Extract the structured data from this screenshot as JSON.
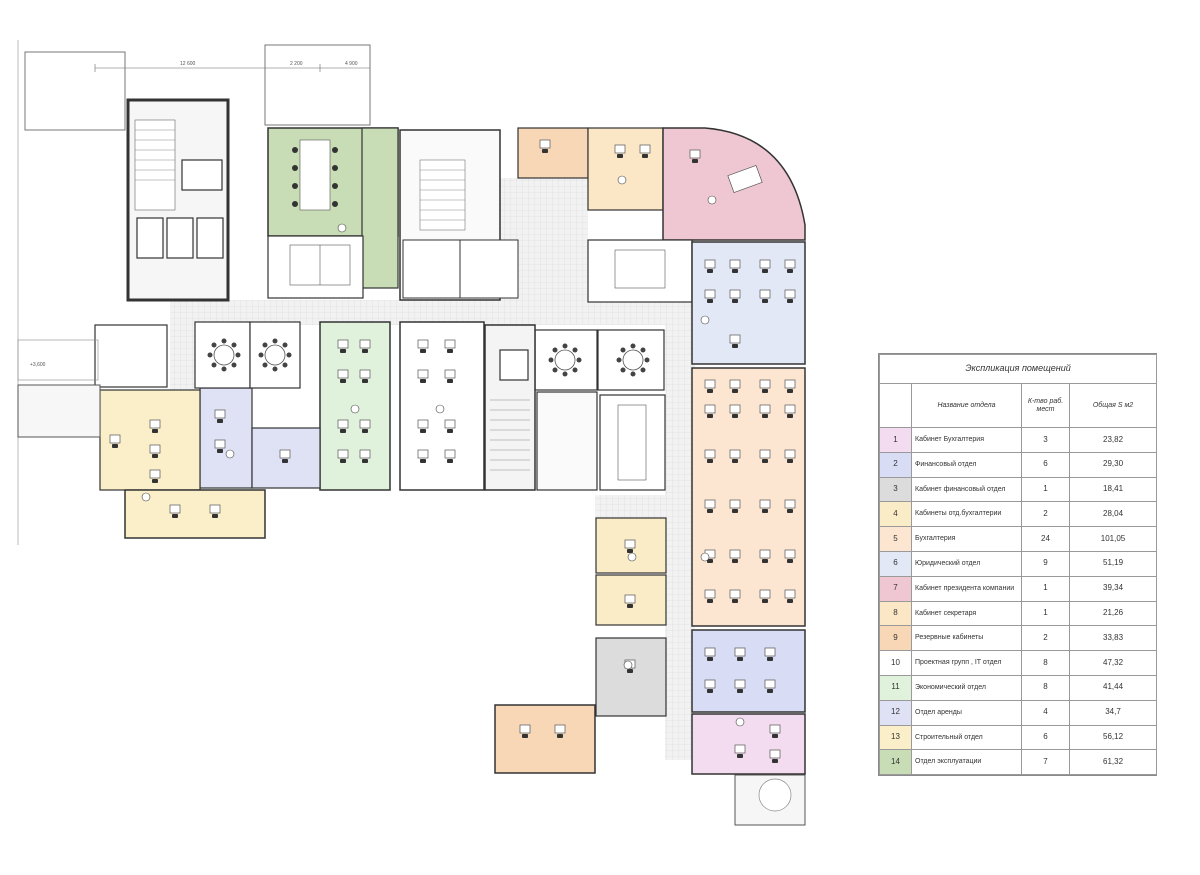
{
  "legend": {
    "title": "Экспликация помещений",
    "headers": {
      "name": "Название отдела",
      "count": "К-тво раб. мест",
      "area": "Общая S м2"
    },
    "rows": [
      {
        "num": "1",
        "name": "Кабинет Бухгалтерия",
        "count": "3",
        "area": "23,82",
        "color": "#f3dcef"
      },
      {
        "num": "2",
        "name": "Финансовый отдел",
        "count": "6",
        "area": "29,30",
        "color": "#d9dcf5"
      },
      {
        "num": "3",
        "name": "Кабинет финансовый отдел",
        "count": "1",
        "area": "18,41",
        "color": "#dcdcdc"
      },
      {
        "num": "4",
        "name": "Кабинеты отд.бухгалтерии",
        "count": "2",
        "area": "28,04",
        "color": "#fbecc8"
      },
      {
        "num": "5",
        "name": "Бухгалтерия",
        "count": "24",
        "area": "101,05",
        "color": "#fce6d2"
      },
      {
        "num": "6",
        "name": "Юридический отдел",
        "count": "9",
        "area": "51,19",
        "color": "#e3e8f7"
      },
      {
        "num": "7",
        "name": "Кабинет президента компании",
        "count": "1",
        "area": "39,34",
        "color": "#efc7d2"
      },
      {
        "num": "8",
        "name": "Кабинет секретаря",
        "count": "1",
        "area": "21,26",
        "color": "#fbe7c6"
      },
      {
        "num": "9",
        "name": "Резервные кабинеты",
        "count": "2",
        "area": "33,83",
        "color": "#f7d7b6"
      },
      {
        "num": "10",
        "name": "Проектная групп , IT отдел",
        "count": "8",
        "area": "47,32",
        "color": "#ffffff"
      },
      {
        "num": "11",
        "name": "Экономический отдел",
        "count": "8",
        "area": "41,44",
        "color": "#e0f2dc"
      },
      {
        "num": "12",
        "name": "Отдел аренды",
        "count": "4",
        "area": "34,7",
        "color": "#dfe1f5"
      },
      {
        "num": "13",
        "name": "Строительный отдел",
        "count": "6",
        "area": "56,12",
        "color": "#fbefc9"
      },
      {
        "num": "14",
        "name": "Отдел эксплуатации",
        "count": "7",
        "area": "61,32",
        "color": "#c8dcb5"
      }
    ]
  },
  "plan": {
    "dimensions": [
      "12 600",
      "2 200",
      "4 900"
    ],
    "marks": [
      "+3,600"
    ],
    "room_colors": {
      "president": "#efc7d2",
      "accounting": "#fce6d2",
      "legal": "#e3e8f7",
      "secretary": "#fbe7c6",
      "reserve": "#f7d7b6",
      "finance": "#d9dcf5",
      "economic": "#e0f2dc",
      "rent": "#dfe1f5",
      "construction": "#fbefc9",
      "operations": "#c8dcb5",
      "cabinet_accounting": "#f3dcef",
      "cabinet_finance": "#dcdcdc",
      "cabinets_accounting": "#fbecc8",
      "corridor": "#ececec"
    }
  }
}
